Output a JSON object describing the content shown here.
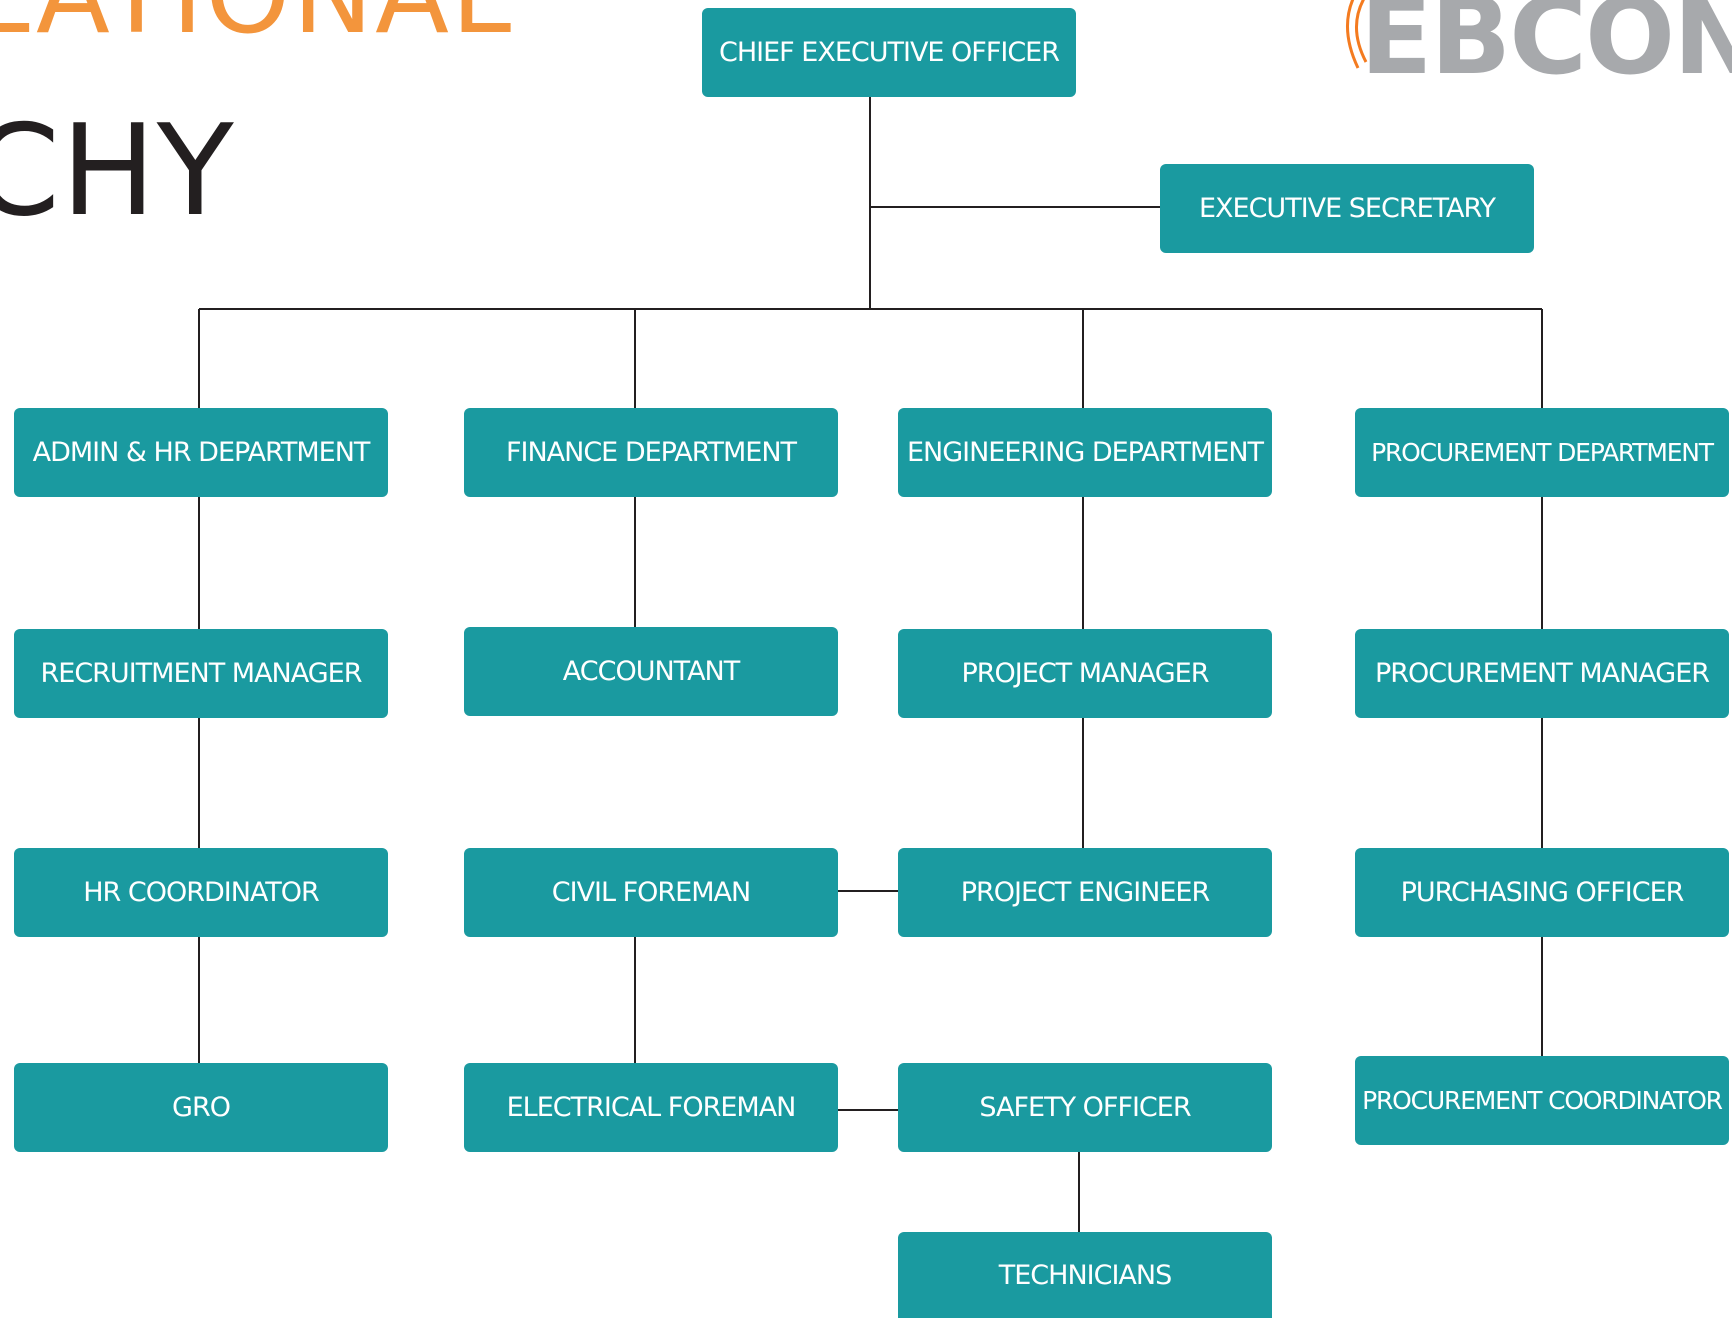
{
  "title": {
    "line1": "ZATIONAL",
    "line2": "CHY"
  },
  "logo": {
    "text": "EBCON",
    "text_color": "#a7a9ac",
    "arc_color": "#f47b20"
  },
  "colors": {
    "box": "#1a9aa0",
    "box_text": "#ffffff",
    "connector": "#231f20",
    "title_accent": "#f3953c",
    "title_dark": "#231f20"
  },
  "nodes": {
    "ceo": "CHIEF EXECUTIVE OFFICER",
    "exec_secretary": "EXECUTIVE SECRETARY",
    "admin_hr": "ADMIN & HR DEPARTMENT",
    "finance": "FINANCE DEPARTMENT",
    "engineering": "ENGINEERING DEPARTMENT",
    "procurement": "PROCUREMENT DEPARTMENT",
    "recruitment_manager": "RECRUITMENT MANAGER",
    "accountant": "ACCOUNTANT",
    "project_manager": "PROJECT MANAGER",
    "procurement_manager": "PROCUREMENT MANAGER",
    "hr_coordinator": "HR COORDINATOR",
    "civil_foreman": "CIVIL FOREMAN",
    "project_engineer": "PROJECT ENGINEER",
    "purchasing_officer": "PURCHASING OFFICER",
    "gro": "GRO",
    "electrical_foreman": "ELECTRICAL FOREMAN",
    "safety_officer": "SAFETY OFFICER",
    "procurement_coordinator": "PROCUREMENT COORDINATOR",
    "technicians": "TECHNICIANS"
  }
}
